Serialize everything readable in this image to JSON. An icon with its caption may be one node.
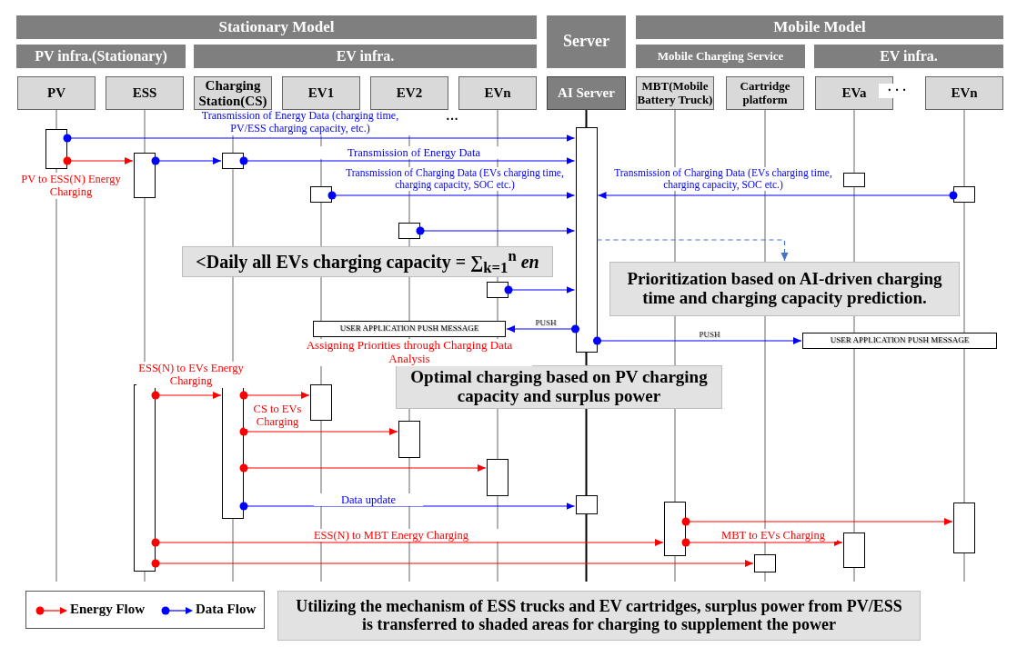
{
  "diagram": {
    "nodes": [
      {
        "text": [
          "Stationary Model"
        ]
      },
      {
        "text": [
          "Server"
        ]
      },
      {
        "text": [
          "Mobile Model"
        ]
      },
      {
        "text": [
          "PV infra.(Stationary)"
        ]
      },
      {
        "text": [
          "EV infra."
        ]
      },
      {
        "text": [
          "Mobile Charging Service"
        ]
      },
      {
        "text": [
          "EV infra."
        ]
      },
      {
        "text": [
          "PV"
        ]
      },
      {
        "text": [
          "ESS"
        ]
      },
      {
        "text": [
          "Charging Station(CS)"
        ]
      },
      {
        "text": [
          "EV1"
        ]
      },
      {
        "text": [
          "EV2"
        ]
      },
      {
        "text": [
          "EVn"
        ]
      },
      {
        "text": [
          "AI Server"
        ]
      },
      {
        "text": [
          "MBT(Mobile Battery Truck)"
        ]
      },
      {
        "text": [
          "Cartridge platform"
        ]
      },
      {
        "text": [
          "EVa"
        ]
      },
      {
        "text": [
          "EVn"
        ]
      },
      {
        "text": [],
        "shape": "box"
      },
      {
        "text": [],
        "shape": "box"
      },
      {
        "text": [],
        "shape": "box"
      },
      {
        "text": [],
        "shape": "box"
      },
      {
        "text": [],
        "shape": "box"
      },
      {
        "text": [],
        "shape": "box"
      },
      {
        "text": [],
        "shape": "box"
      },
      {
        "text": [],
        "shape": "box"
      },
      {
        "text": [
          "<Daily all EVs charging capacity = ∑$_{k=1}$$^{n}$ *en*"
        ]
      },
      {
        "text": [
          "Prioritization based on AI-driven charging time and charging capacity prediction."
        ]
      },
      {
        "text": [],
        "shape": "box"
      },
      {
        "text": [
          "USER APPLICATION PUSH MESSAGE"
        ]
      },
      {
        "text": [
          "USER APPLICATION PUSH MESSAGE"
        ]
      },
      {
        "text": [
          "Optimal charging based on PV charging capacity and surplus power"
        ]
      },
      {
        "text": [],
        "shape": "box"
      },
      {
        "text": [],
        "shape": "box"
      },
      {
        "text": [],
        "shape": "box"
      },
      {
        "text": [],
        "shape": "box"
      },
      {
        "text": [],
        "shape": "box"
      },
      {
        "text": [],
        "shape": "box"
      },
      {
        "text": [],
        "shape": "box"
      },
      {
        "text": [],
        "shape": "box"
      },
      {
        "text": [],
        "shape": "box"
      },
      {
        "text": [],
        "shape": "box"
      },
      {
        "text": [
          "Utilizing the mechanism of ESS trucks and EV cartridges, surplus power from PV/ESS is transferred to shaded areas for charging to supplement the power"
        ]
      }
    ],
    "edges": [
      {
        "from": 19,
        "to": 18,
        "arrow": "to",
        "label": "Transmission of Energy Data (charging time, PV/ESS charging capacity, etc.)"
      },
      {
        "from": 19,
        "to": 20,
        "arrow": "to",
        "label": "PV to ESS(N) Energy Charging",
        "color": "#ff0000"
      },
      {
        "from": 20,
        "to": 21,
        "arrow": "to"
      },
      {
        "from": 21,
        "to": 18,
        "arrow": "to",
        "label": "Transmission of Energy Data"
      },
      {
        "from": 22,
        "to": 18,
        "arrow": "to",
        "label": "Transmission of Charging Data (EVs charging time, charging capacity, SOC etc.)"
      },
      {
        "from": 24,
        "to": 18,
        "arrow": "to",
        "label": "Transmission of Charging Data (EVs charging time, charging capacity, SOC etc.)"
      },
      {
        "from": 25,
        "to": 18,
        "arrow": "to"
      },
      {
        "from": 28,
        "to": 18,
        "arrow": "to"
      },
      {
        "from": 18,
        "to": 29,
        "arrow": "to",
        "label": "PUSH"
      },
      {
        "from": 18,
        "to": 30,
        "arrow": "to",
        "label": "PUSH"
      },
      {
        "from": 18,
        "to": 27,
        "arrow": "to",
        "style": "dashed",
        "color": "#4472c4"
      },
      {
        "from": 32,
        "to": 33,
        "arrow": "to",
        "label": "ESS(N) to EVs Energy Charging",
        "color": "#ff0000"
      },
      {
        "from": 33,
        "to": 34,
        "arrow": "to",
        "label": "CS to EVs Charging",
        "color": "#ff0000"
      },
      {
        "from": 33,
        "to": 35,
        "arrow": "to",
        "color": "#ff0000"
      },
      {
        "from": 33,
        "to": 36,
        "arrow": "to",
        "color": "#ff0000"
      },
      {
        "from": 33,
        "to": 37,
        "arrow": "to",
        "label": "Data update"
      },
      {
        "from": 38,
        "to": 39,
        "arrow": "to",
        "color": "#ff0000"
      },
      {
        "from": 32,
        "to": 38,
        "arrow": "to",
        "label": "ESS(N) to MBT Energy Charging",
        "color": "#ff0000"
      },
      {
        "from": 38,
        "to": 40,
        "arrow": "to",
        "label": "MBT to EVs Charging",
        "color": "#ff0000"
      },
      {
        "from": 32,
        "to": 41,
        "arrow": "to",
        "color": "#ff0000"
      }
    ],
    "labels": [
      "···",
      "· · ·",
      "Assigning Priorities through Charging Data Analysis"
    ],
    "legend": [
      {
        "text": "Energy Flow"
      },
      {
        "text": "Data Flow"
      }
    ]
  }
}
